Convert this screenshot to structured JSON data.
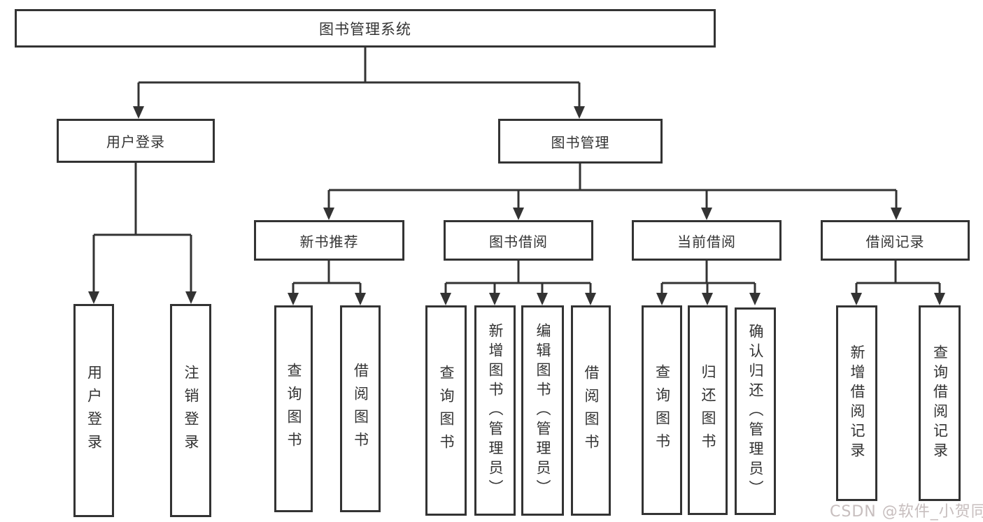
{
  "colors": {
    "line": "#333333",
    "text": "#333333",
    "background": "#ffffff",
    "watermark": "#c7bebe"
  },
  "watermark": {
    "text": "CSDN @软件_小贺同学"
  },
  "tree": {
    "label": "图书管理系统",
    "children": [
      {
        "label": "用户登录",
        "children": [
          {
            "label": "用户登录"
          },
          {
            "label": "注销登录"
          }
        ]
      },
      {
        "label": "图书管理",
        "children": [
          {
            "label": "新书推荐",
            "children": [
              {
                "label": "查询图书"
              },
              {
                "label": "借阅图书"
              }
            ]
          },
          {
            "label": "图书借阅",
            "children": [
              {
                "label": "查询图书"
              },
              {
                "label": "新增图书（管理员）"
              },
              {
                "label": "编辑图书（管理员）"
              },
              {
                "label": "借阅图书"
              }
            ]
          },
          {
            "label": "当前借阅",
            "children": [
              {
                "label": "查询图书"
              },
              {
                "label": "归还图书"
              },
              {
                "label": "确认归还（管理员）"
              }
            ]
          },
          {
            "label": "借阅记录",
            "children": [
              {
                "label": "新增借阅记录"
              },
              {
                "label": "查询借阅记录"
              }
            ]
          }
        ]
      }
    ]
  }
}
